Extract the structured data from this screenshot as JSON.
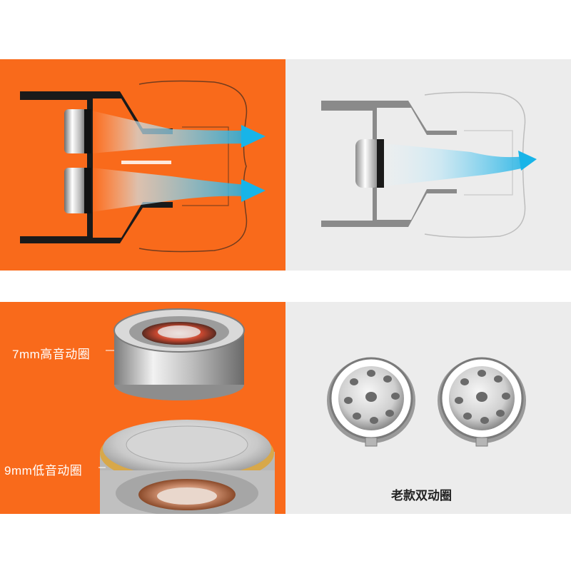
{
  "labels": {
    "high_driver": "7mm高音动圈",
    "low_driver": "9mm低音动圈",
    "old_dual": "老款双动圈"
  },
  "colors": {
    "orange": "#f96a1b",
    "light_gray": "#ececec",
    "arrow_blue": "#18b4e8",
    "housing_dark": "#1a1a1a",
    "housing_gray": "#8a8a8a"
  },
  "icons": {
    "top_left": "new-dual-driver-airflow-diagram",
    "top_right": "old-single-driver-airflow-diagram",
    "bottom_left": "stacked-driver-photo",
    "bottom_right": "old-dual-driver-photo"
  }
}
